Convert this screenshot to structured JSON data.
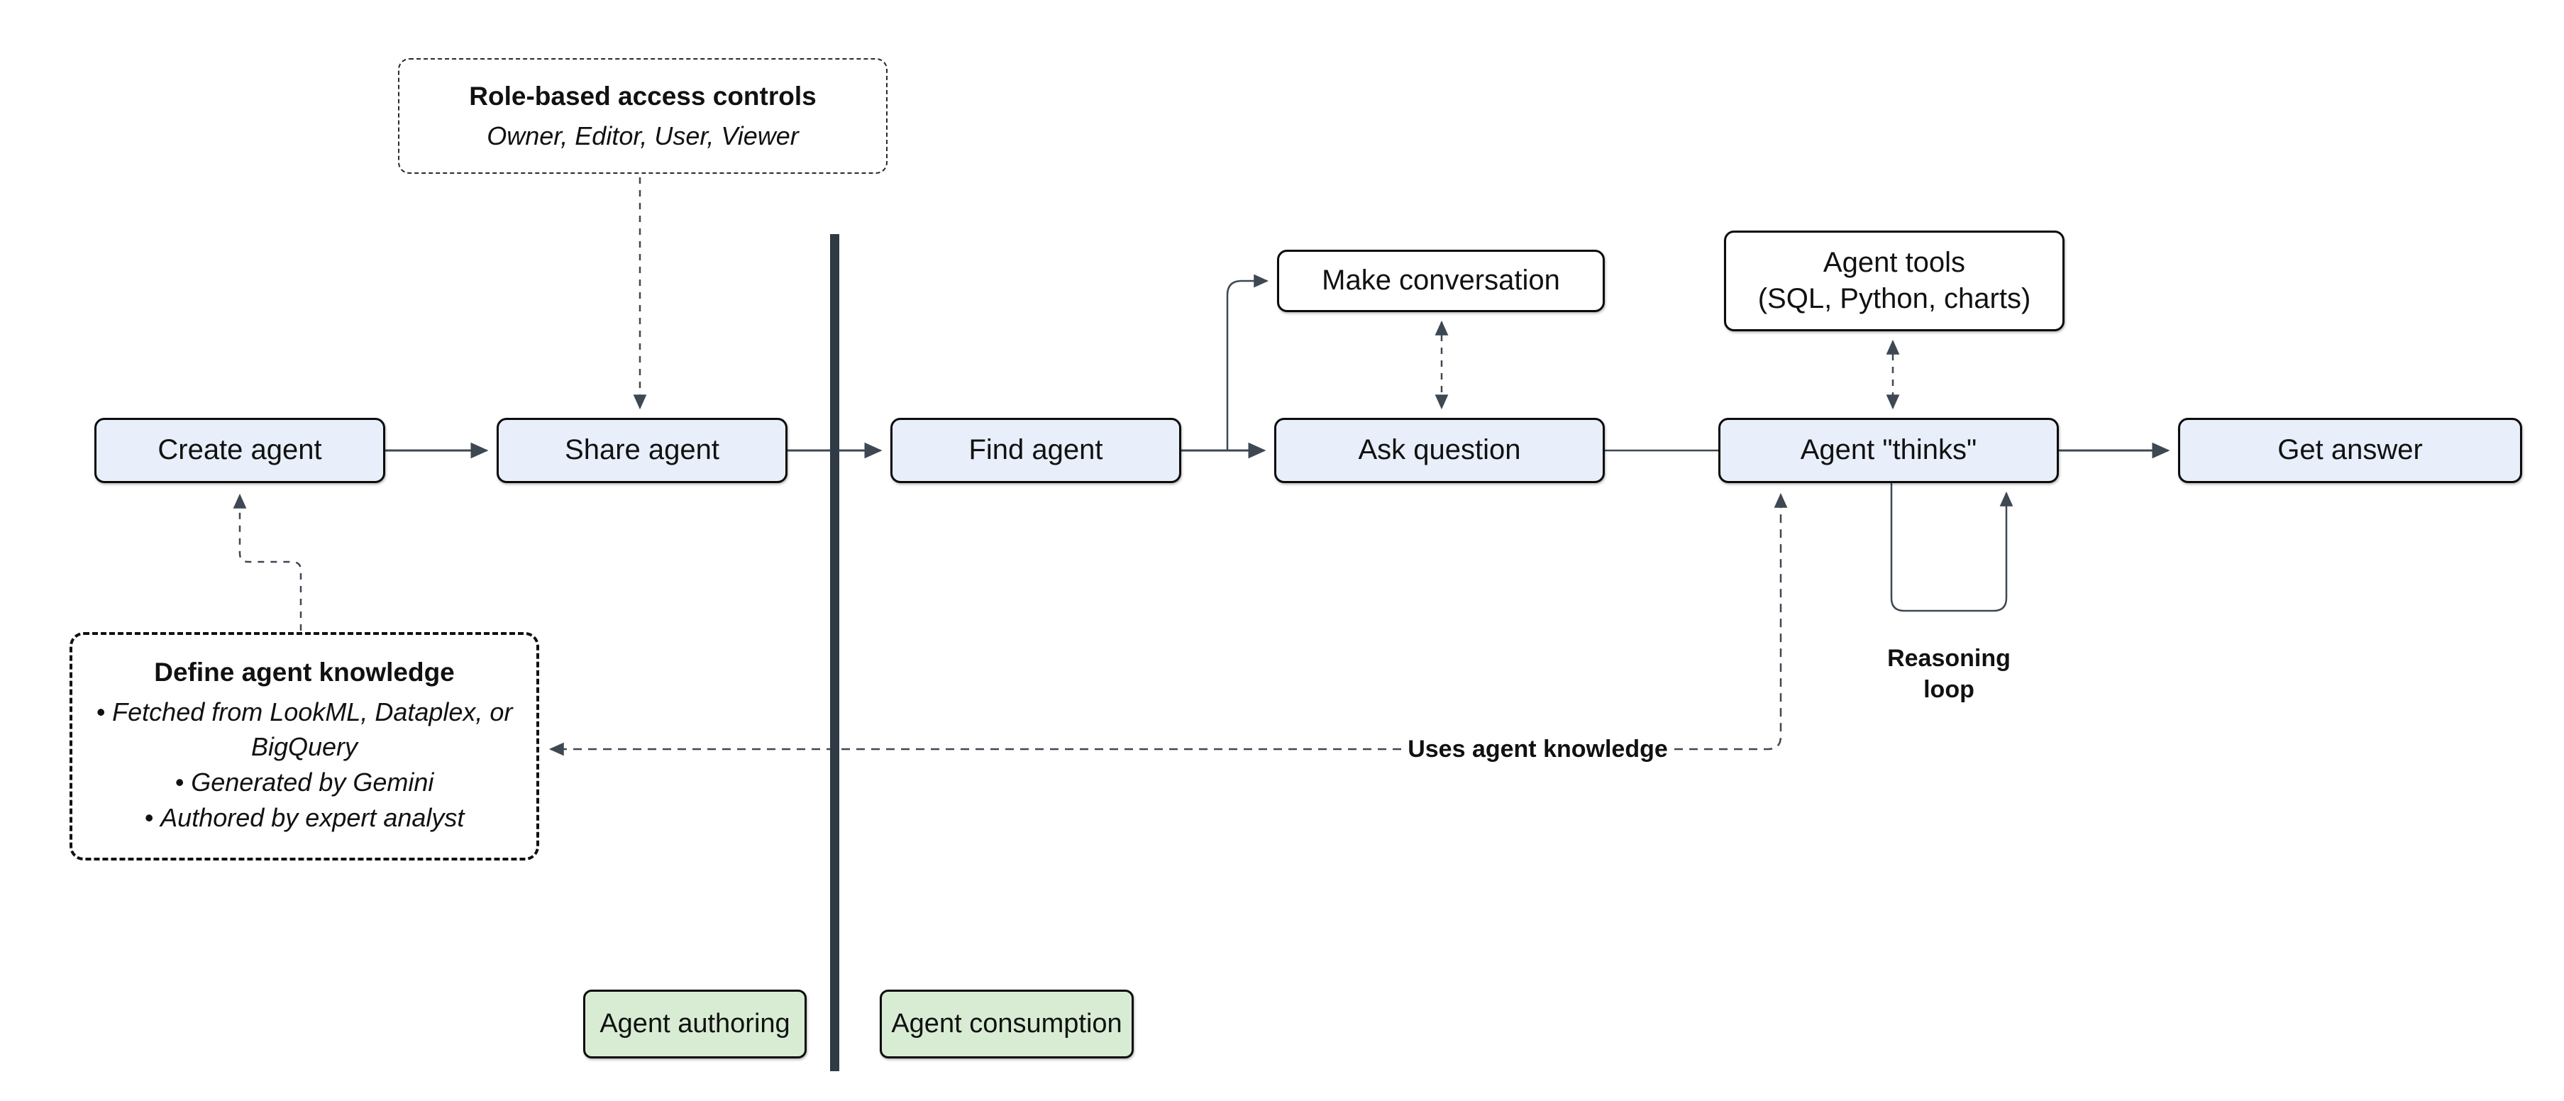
{
  "diagram": {
    "nodes": {
      "create_agent": {
        "label": "Create agent"
      },
      "share_agent": {
        "label": "Share agent"
      },
      "find_agent": {
        "label": "Find agent"
      },
      "make_conversation": {
        "label": "Make conversation"
      },
      "ask_question": {
        "label": "Ask question"
      },
      "agent_tools": {
        "label_line1": "Agent tools",
        "label_line2": "(SQL, Python, charts)"
      },
      "agent_thinks": {
        "label": "Agent \"thinks\""
      },
      "get_answer": {
        "label": "Get answer"
      }
    },
    "notes": {
      "role_based": {
        "title": "Role-based access controls",
        "subtitle": "Owner, Editor, User, Viewer"
      },
      "define_knowledge": {
        "title": "Define agent knowledge",
        "bullets": [
          "Fetched from LookML, Dataplex, or BigQuery",
          "Generated by Gemini",
          "Authored by expert analyst"
        ]
      }
    },
    "edge_labels": {
      "uses_agent_knowledge": "Uses agent knowledge",
      "reasoning_loop": "Reasoning loop"
    },
    "zones": {
      "authoring": {
        "label": "Agent authoring"
      },
      "consumption": {
        "label": "Agent consumption"
      }
    },
    "colors": {
      "node_fill": "#e8effa",
      "node_border": "#0b0b0b",
      "white_fill": "#ffffff",
      "zone_fill": "#d8ecd3",
      "divider": "#303a45",
      "arrow": "#3e4852",
      "text": "#111111"
    }
  }
}
